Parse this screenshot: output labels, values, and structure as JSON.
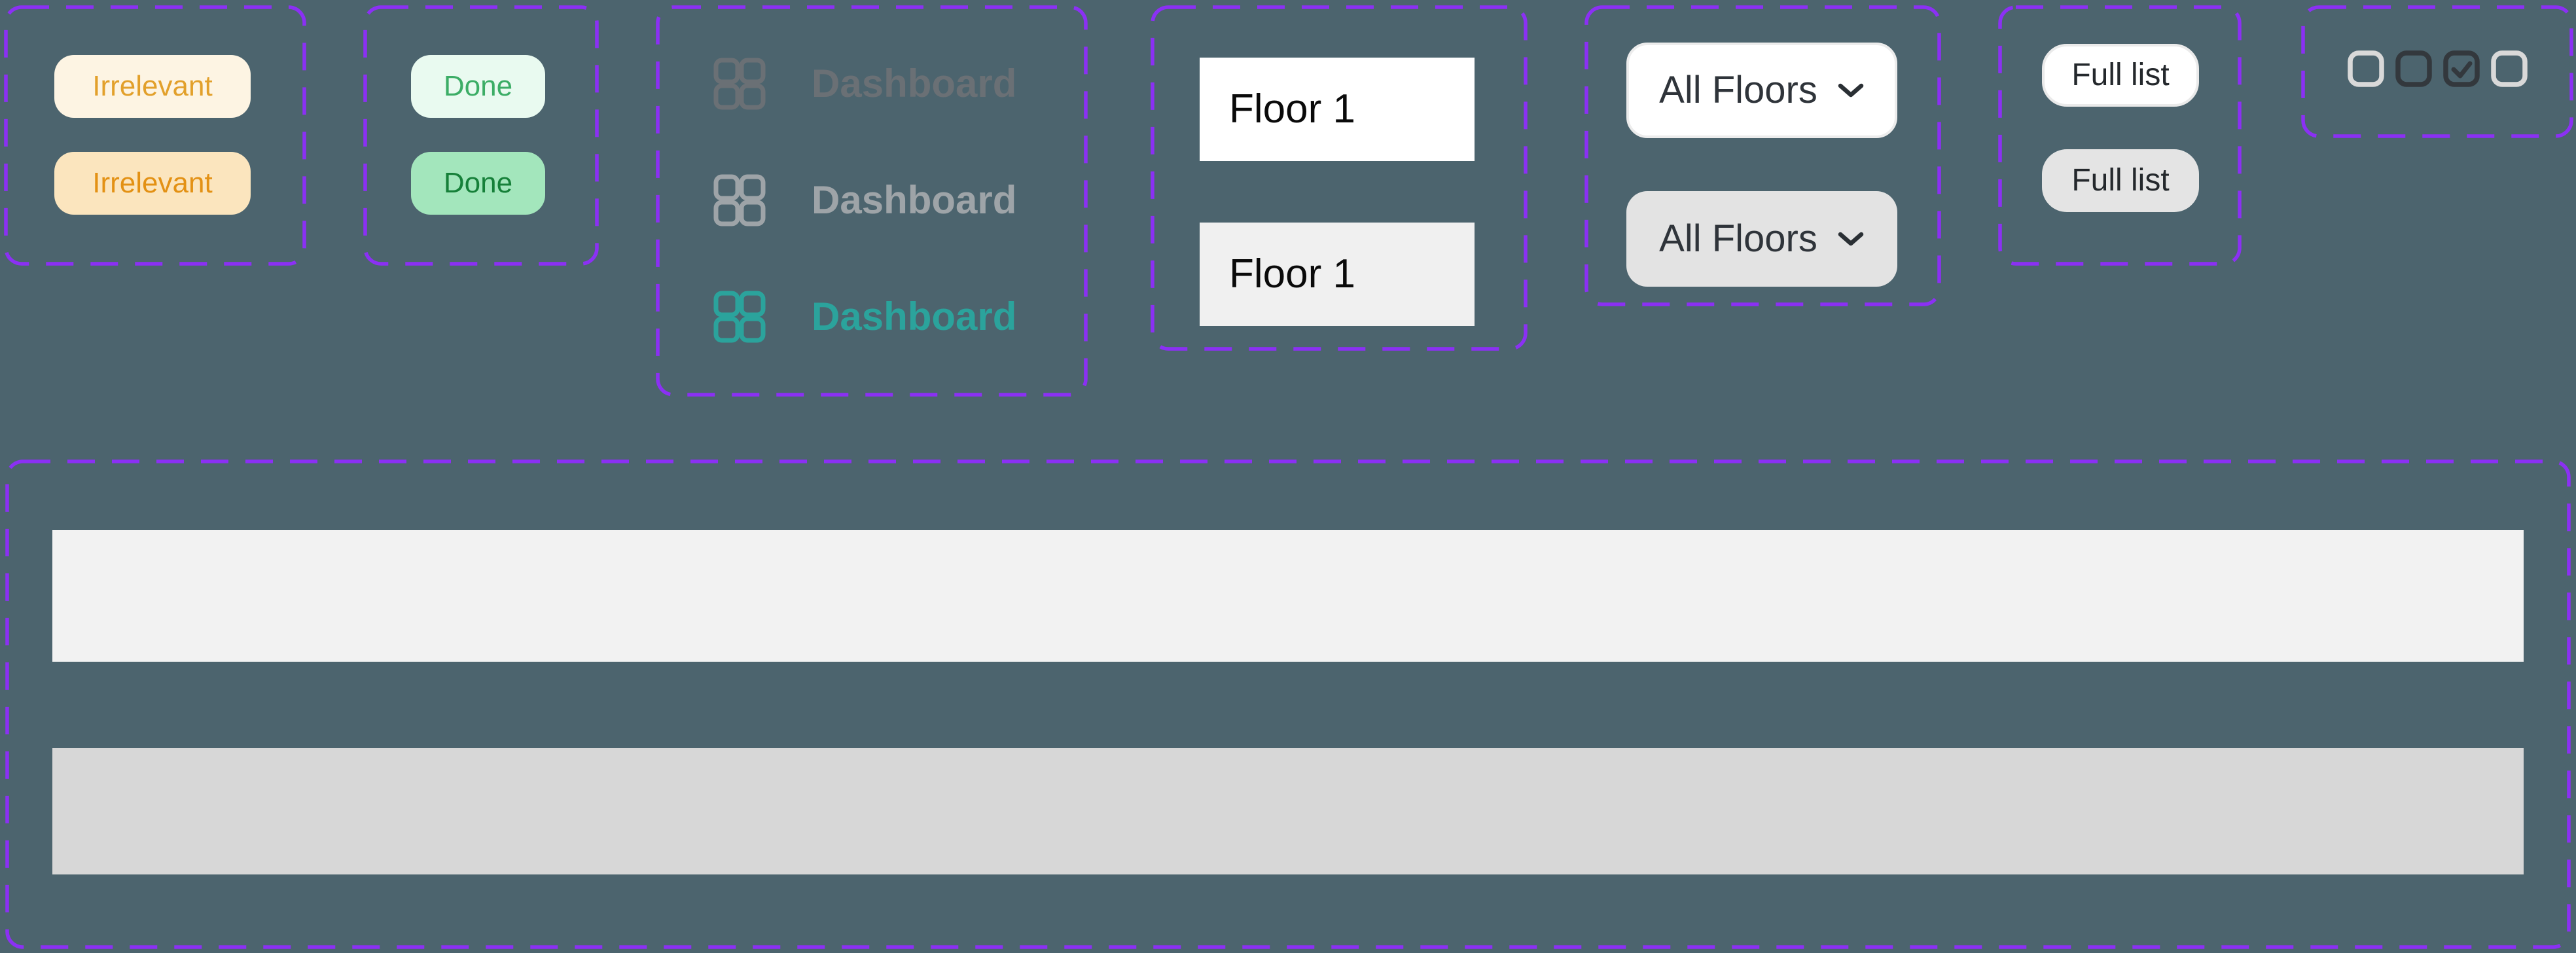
{
  "theme": {
    "background": "#4C646E",
    "accent": "#8B30F4"
  },
  "icons": {
    "nav": "grid-2x2",
    "dropdown": "chevron-down",
    "checkbox_checked": "check"
  },
  "irrelevant_badges": {
    "items": [
      {
        "label": "Irrelevant",
        "bg": "#FDF4E3",
        "fg": "#E2A02B"
      },
      {
        "label": "Irrelevant",
        "bg": "#FBE5BE",
        "fg": "#E39114"
      }
    ]
  },
  "done_badges": {
    "items": [
      {
        "label": "Done",
        "bg": "#E9FAF0",
        "fg": "#3CAD66"
      },
      {
        "label": "Done",
        "bg": "#A3E6BC",
        "fg": "#168039"
      }
    ]
  },
  "dashboard_nav": {
    "items": [
      {
        "label": "Dashboard",
        "color": "#6A7075"
      },
      {
        "label": "Dashboard",
        "color": "#9EA4A8"
      },
      {
        "label": "Dashboard",
        "color": "#2BA39C"
      }
    ]
  },
  "floor_options": {
    "items": [
      {
        "label": "Floor 1",
        "bg": "#FFFFFF"
      },
      {
        "label": "Floor 1",
        "bg": "#F0F0F0"
      }
    ]
  },
  "floor_dropdowns": {
    "items": [
      {
        "label": "All Floors",
        "bg": "#FFFFFF"
      },
      {
        "label": "All Floors",
        "bg": "#E3E3E3"
      }
    ]
  },
  "full_list_buttons": {
    "items": [
      {
        "label": "Full list",
        "bg": "#FFFFFF"
      },
      {
        "label": "Full list",
        "bg": "#E4E4E4"
      }
    ]
  },
  "checkbox_group": {
    "items": [
      {
        "state": "unchecked",
        "color": "#D9D9D9"
      },
      {
        "state": "unchecked",
        "color": "#33383D"
      },
      {
        "state": "checked",
        "color": "#33383D"
      },
      {
        "state": "unchecked",
        "color": "#D9D9D9"
      }
    ]
  },
  "content_rows": {
    "items": [
      {
        "bg": "#F2F2F2"
      },
      {
        "bg": "#D7D7D7"
      }
    ]
  }
}
